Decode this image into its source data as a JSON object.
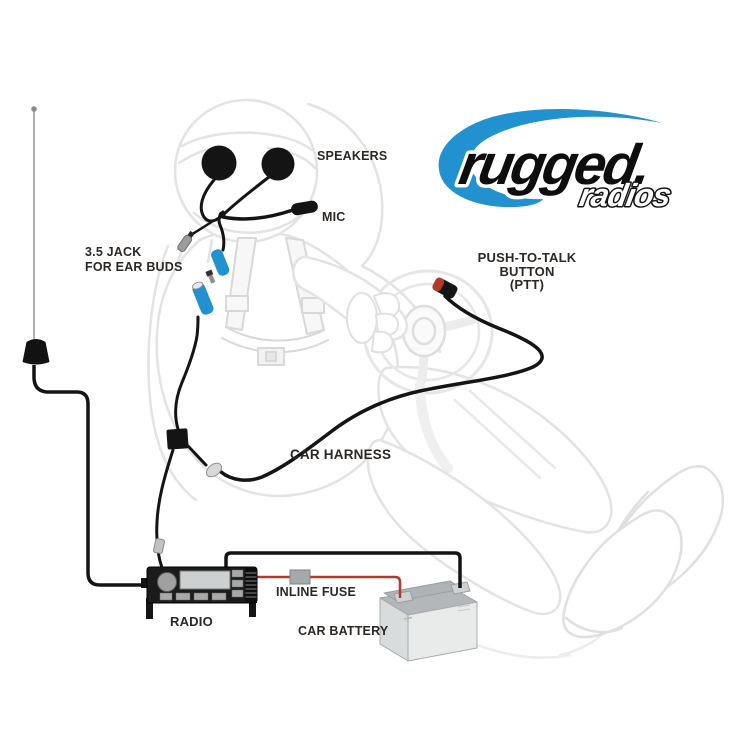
{
  "diagram": {
    "logo": {
      "word1": "rugged.",
      "word2": "radios"
    },
    "labels": {
      "speakers": "SPEAKERS",
      "mic": "MIC",
      "jack_line1": "3.5 JACK",
      "jack_line2": "FOR EAR BUDS",
      "ptt_line1": "PUSH-TO-TALK",
      "ptt_line2": "BUTTON",
      "ptt_line3": "(PTT)",
      "car_harness": "CAR HARNESS",
      "radio": "RADIO",
      "inline_fuse": "INLINE FUSE",
      "car_battery": "CAR BATTERY"
    },
    "colors": {
      "accent_blue": "#2191d0",
      "wire_red": "#b5382b",
      "wire_black": "#141414",
      "figure_gray": "#e3e3e3",
      "text": "#2b2724"
    }
  }
}
